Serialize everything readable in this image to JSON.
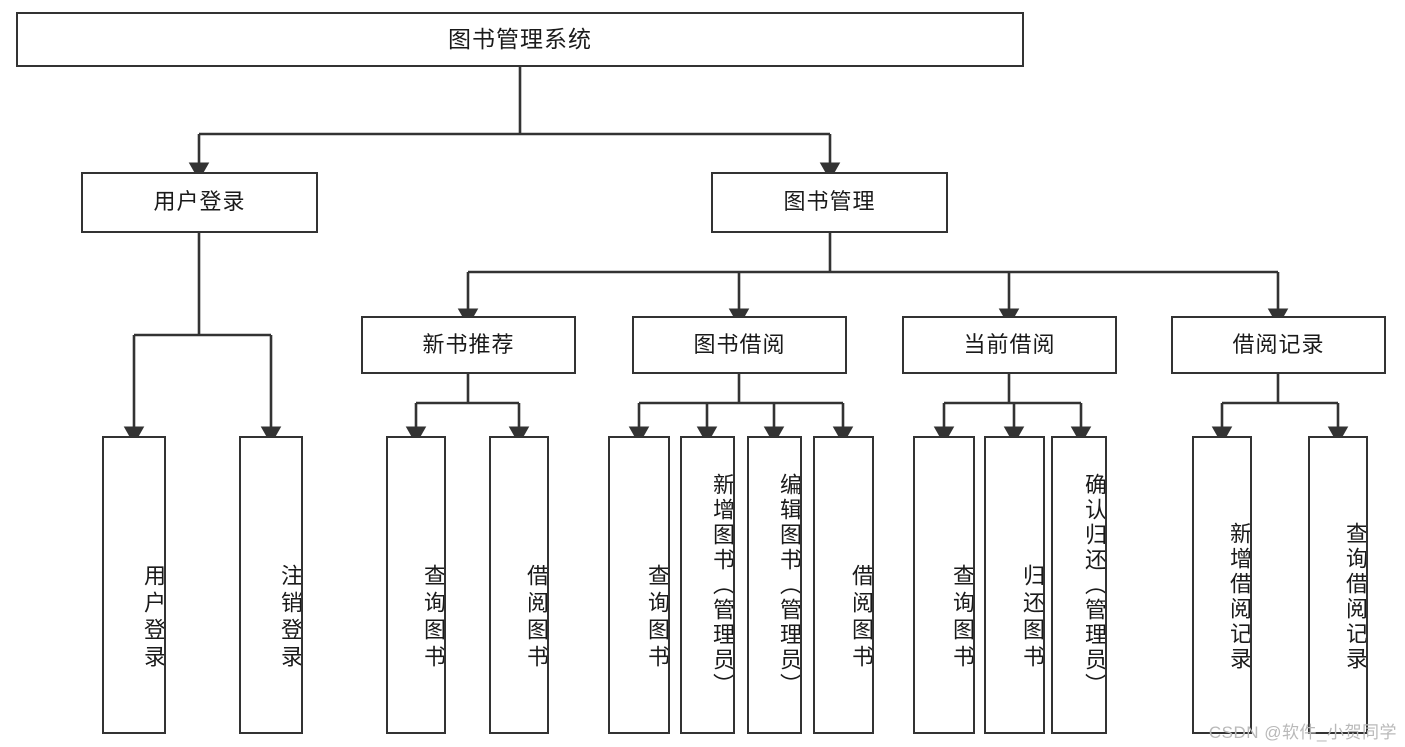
{
  "diagram": {
    "type": "tree",
    "title": "图书管理系统",
    "root": {
      "id": "root",
      "label": "图书管理系统"
    },
    "level2": [
      {
        "id": "user-login",
        "label": "用户登录"
      },
      {
        "id": "book-manage",
        "label": "图书管理"
      }
    ],
    "level3": [
      {
        "id": "new-book-recommend",
        "label": "新书推荐",
        "parent": "book-manage"
      },
      {
        "id": "book-borrow",
        "label": "图书借阅",
        "parent": "book-manage"
      },
      {
        "id": "current-borrow",
        "label": "当前借阅",
        "parent": "book-manage"
      },
      {
        "id": "borrow-record",
        "label": "借阅记录",
        "parent": "book-manage"
      }
    ],
    "leaves": [
      {
        "id": "leaf-user-login",
        "label": "用户登录",
        "parent": "user-login"
      },
      {
        "id": "leaf-logout-login",
        "label": "注销登录",
        "parent": "user-login"
      },
      {
        "id": "leaf-query-book-1",
        "label": "查询图书",
        "parent": "new-book-recommend"
      },
      {
        "id": "leaf-borrow-book-1",
        "label": "借阅图书",
        "parent": "new-book-recommend"
      },
      {
        "id": "leaf-query-book-2",
        "label": "查询图书",
        "parent": "book-borrow"
      },
      {
        "id": "leaf-add-book",
        "label": "新增图书（管理员）",
        "parent": "book-borrow"
      },
      {
        "id": "leaf-edit-book",
        "label": "编辑图书（管理员）",
        "parent": "book-borrow"
      },
      {
        "id": "leaf-borrow-book-2",
        "label": "借阅图书",
        "parent": "book-borrow"
      },
      {
        "id": "leaf-query-book-3",
        "label": "查询图书",
        "parent": "current-borrow"
      },
      {
        "id": "leaf-return-book",
        "label": "归还图书",
        "parent": "current-borrow"
      },
      {
        "id": "leaf-confirm-return",
        "label": "确认归还（管理员）",
        "parent": "current-borrow"
      },
      {
        "id": "leaf-add-record",
        "label": "新增借阅记录",
        "parent": "borrow-record"
      },
      {
        "id": "leaf-query-record",
        "label": "查询借阅记录",
        "parent": "borrow-record"
      }
    ],
    "colors": {
      "stroke": "#333333",
      "fill": "#ffffff",
      "text": "#1a1a1a",
      "watermark": "#b9b9b9"
    }
  },
  "watermark": {
    "text": "CSDN @软件_小贺同学"
  }
}
